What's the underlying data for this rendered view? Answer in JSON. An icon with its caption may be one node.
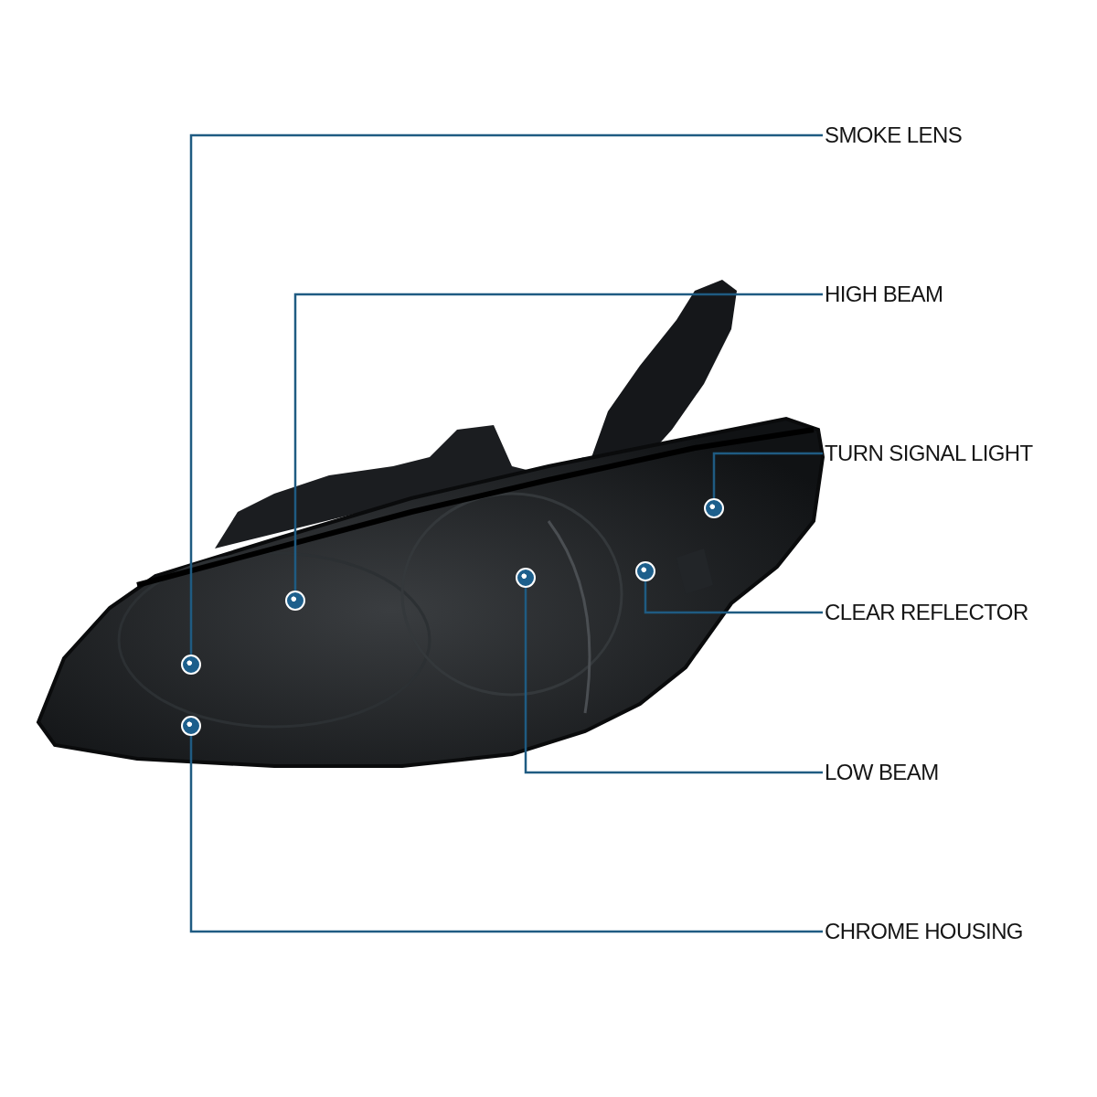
{
  "diagram": {
    "nodes": [
      {
        "text": [
          "SMOKE LENS"
        ]
      },
      {
        "text": [
          "HIGH BEAM"
        ]
      },
      {
        "text": [
          "TURN SIGNAL LIGHT"
        ]
      },
      {
        "text": [
          "CLEAR REFLECTOR"
        ]
      },
      {
        "text": [
          "LOW BEAM"
        ]
      },
      {
        "text": [
          "CHROME HOUSING"
        ]
      },
      {
        "text": [],
        "shape": "circle"
      },
      {
        "text": [],
        "shape": "circle"
      },
      {
        "text": [],
        "shape": "circle"
      },
      {
        "text": [],
        "shape": "circle"
      },
      {
        "text": [],
        "shape": "circle"
      },
      {
        "text": [],
        "shape": "circle"
      }
    ],
    "edges": [
      {
        "from": 0,
        "to": 6,
        "arrow": "none"
      },
      {
        "from": 1,
        "to": 8,
        "arrow": "none"
      },
      {
        "from": 2,
        "to": 11,
        "arrow": "none"
      },
      {
        "from": 3,
        "to": 10,
        "arrow": "none"
      },
      {
        "from": 4,
        "to": 9,
        "arrow": "none"
      },
      {
        "from": 5,
        "to": 7,
        "arrow": "none"
      }
    ]
  }
}
